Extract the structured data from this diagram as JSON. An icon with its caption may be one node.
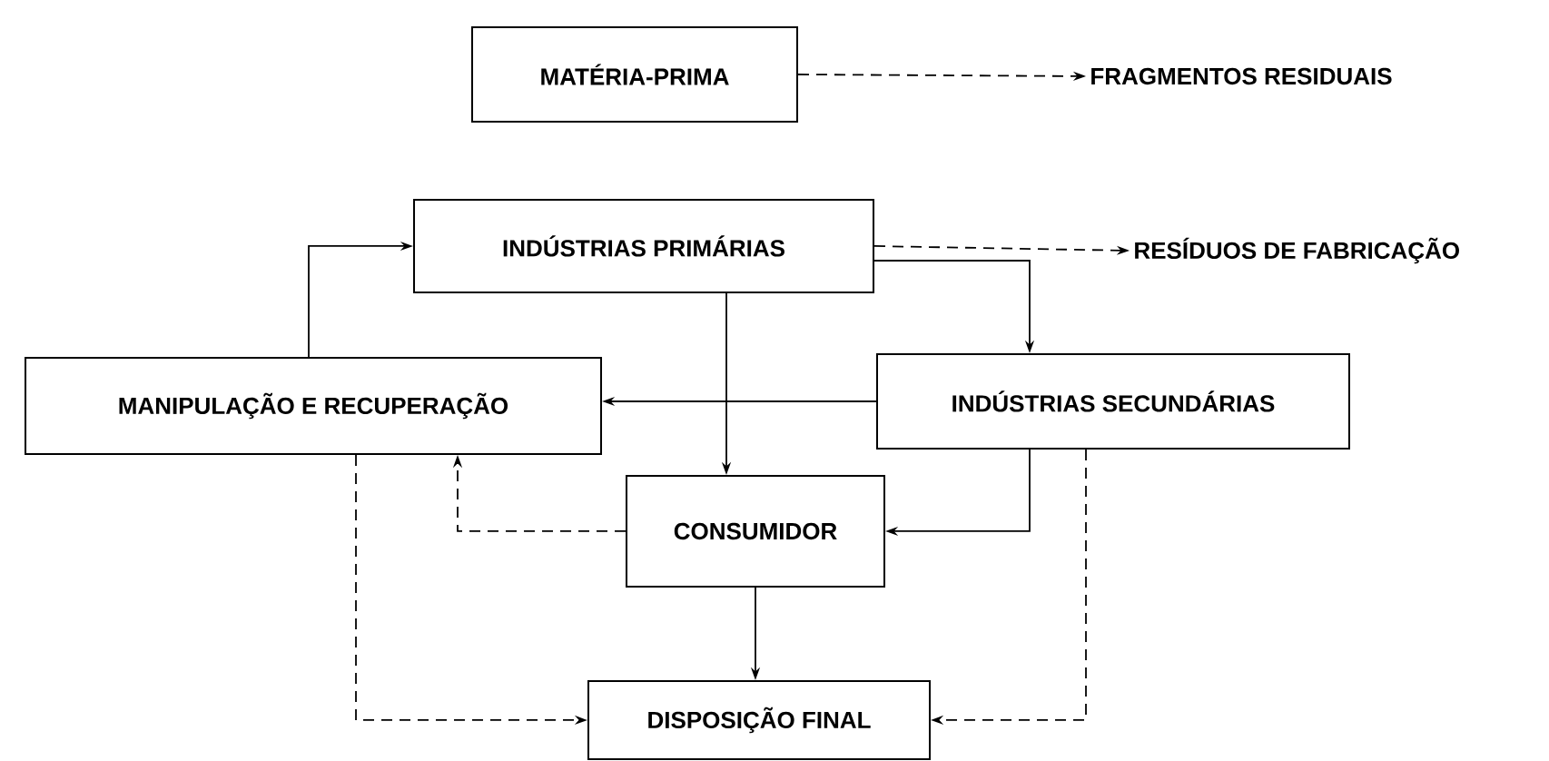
{
  "diagram": {
    "nodes": [
      {
        "text": [
          "MATÉRIA-PRIMA"
        ]
      },
      {
        "text": [
          "FRAGMENTOS RESIDUAIS"
        ]
      },
      {
        "text": [
          "INDÚSTRIAS PRIMÁRIAS"
        ]
      },
      {
        "text": [
          "RESÍDUOS DE FABRICAÇÃO"
        ]
      },
      {
        "text": [
          "MANIPULAÇÃO E RECUPERAÇÃO"
        ]
      },
      {
        "text": [
          "INDÚSTRIAS SECUNDÁRIAS"
        ]
      },
      {
        "text": [
          "CONSUMIDOR"
        ]
      },
      {
        "text": [
          "DISPOSIÇÃO FINAL"
        ]
      }
    ],
    "edges": [
      {
        "from": 0,
        "to": 1,
        "arrow": "to",
        "style": "dashed"
      },
      {
        "from": 2,
        "to": 3,
        "arrow": "to",
        "style": "dashed"
      },
      {
        "from": 4,
        "to": 2,
        "arrow": "to"
      },
      {
        "from": 2,
        "to": 5,
        "arrow": "to"
      },
      {
        "from": 2,
        "to": 6,
        "arrow": "to"
      },
      {
        "from": 5,
        "to": 4,
        "arrow": "to"
      },
      {
        "from": 5,
        "to": 6,
        "arrow": "to"
      },
      {
        "from": 6,
        "to": 4,
        "arrow": "to",
        "style": "dashed"
      },
      {
        "from": 4,
        "to": 7,
        "arrow": "to",
        "style": "dashed"
      },
      {
        "from": 5,
        "to": 7,
        "arrow": "to",
        "style": "dashed"
      },
      {
        "from": 6,
        "to": 7,
        "arrow": "to"
      }
    ]
  }
}
